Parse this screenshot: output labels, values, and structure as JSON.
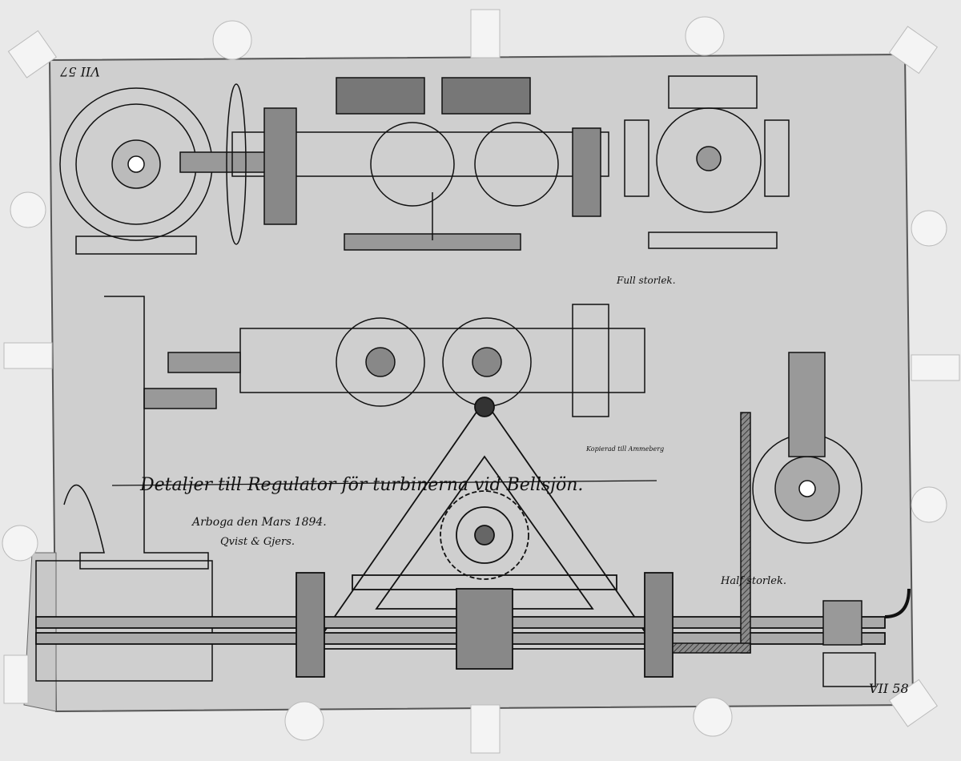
{
  "drawing": {
    "title": "Detaljer till Regulator för turbinerna vid Bellsjön.",
    "place_date": "Arboga den  Mars 1894.",
    "firm": "Qvist & Gjers.",
    "scale_full": "Full storlek.",
    "scale_half": "Half storlek.",
    "sheet_no_top": "VII 57",
    "sheet_no_bottom": "VII 58",
    "copy_note": "Kopierad till Ammeberg"
  },
  "colors": {
    "background": "#e9e9e9",
    "paper": "#cfcfcf",
    "ink": "#111111",
    "hatch": "#6a6a6a"
  }
}
